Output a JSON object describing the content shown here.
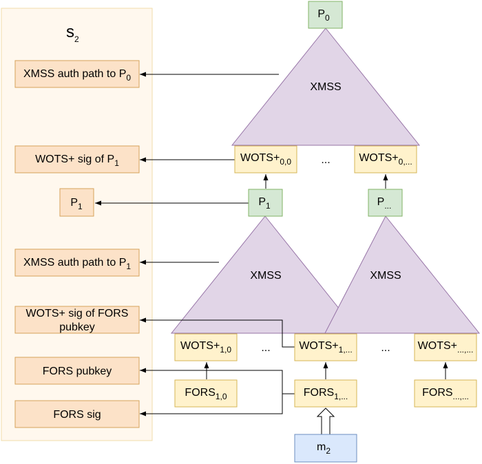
{
  "panel": {
    "title": {
      "base": "s",
      "sub": "2"
    },
    "items": [
      {
        "base": "XMSS auth path to P",
        "sub": "0"
      },
      {
        "base": "WOTS+ sig of P",
        "sub": "1"
      },
      {
        "base": "P",
        "sub": "1"
      },
      {
        "base": "XMSS auth path to P",
        "sub": "1"
      },
      {
        "line1": "WOTS+ sig of FORS",
        "line2": "pubkey"
      },
      {
        "text": "FORS pubkey"
      },
      {
        "text": "FORS sig"
      }
    ]
  },
  "tree": {
    "root": {
      "base": "P",
      "sub": "0"
    },
    "xmss_label": "XMSS",
    "ellipsis": "...",
    "level0_wots": [
      {
        "base": "WOTS+",
        "sub": "0,0"
      },
      {
        "base": "WOTS+",
        "sub": "0,..."
      }
    ],
    "level1_nodes": [
      {
        "base": "P",
        "sub": "1"
      },
      {
        "base": "P",
        "sub": "..."
      }
    ],
    "level1_wots": [
      {
        "base": "WOTS+",
        "sub": "1,0"
      },
      {
        "base": "WOTS+",
        "sub": "1,..."
      },
      {
        "base": "WOTS+",
        "sub": "...,..."
      }
    ],
    "fors": [
      {
        "base": "FORS",
        "sub": "1,0"
      },
      {
        "base": "FORS",
        "sub": "1,..."
      },
      {
        "base": "FORS",
        "sub": "...,..."
      }
    ],
    "message": {
      "base": "m",
      "sub": "2"
    }
  },
  "colors": {
    "panel_fill": "#fff8ee",
    "panel_stroke": "#f0dcaa",
    "sig_item_fill": "#fce2c8",
    "sig_item_stroke": "#d6a25a",
    "wots_fill": "#fff2cc",
    "wots_stroke": "#d6b656",
    "node_fill": "#d5e8d4",
    "node_stroke": "#82b366",
    "xmss_fill": "#e1d5e7",
    "xmss_stroke": "#9673a6",
    "msg_fill": "#dae8fc",
    "msg_stroke": "#6c8ebf"
  }
}
